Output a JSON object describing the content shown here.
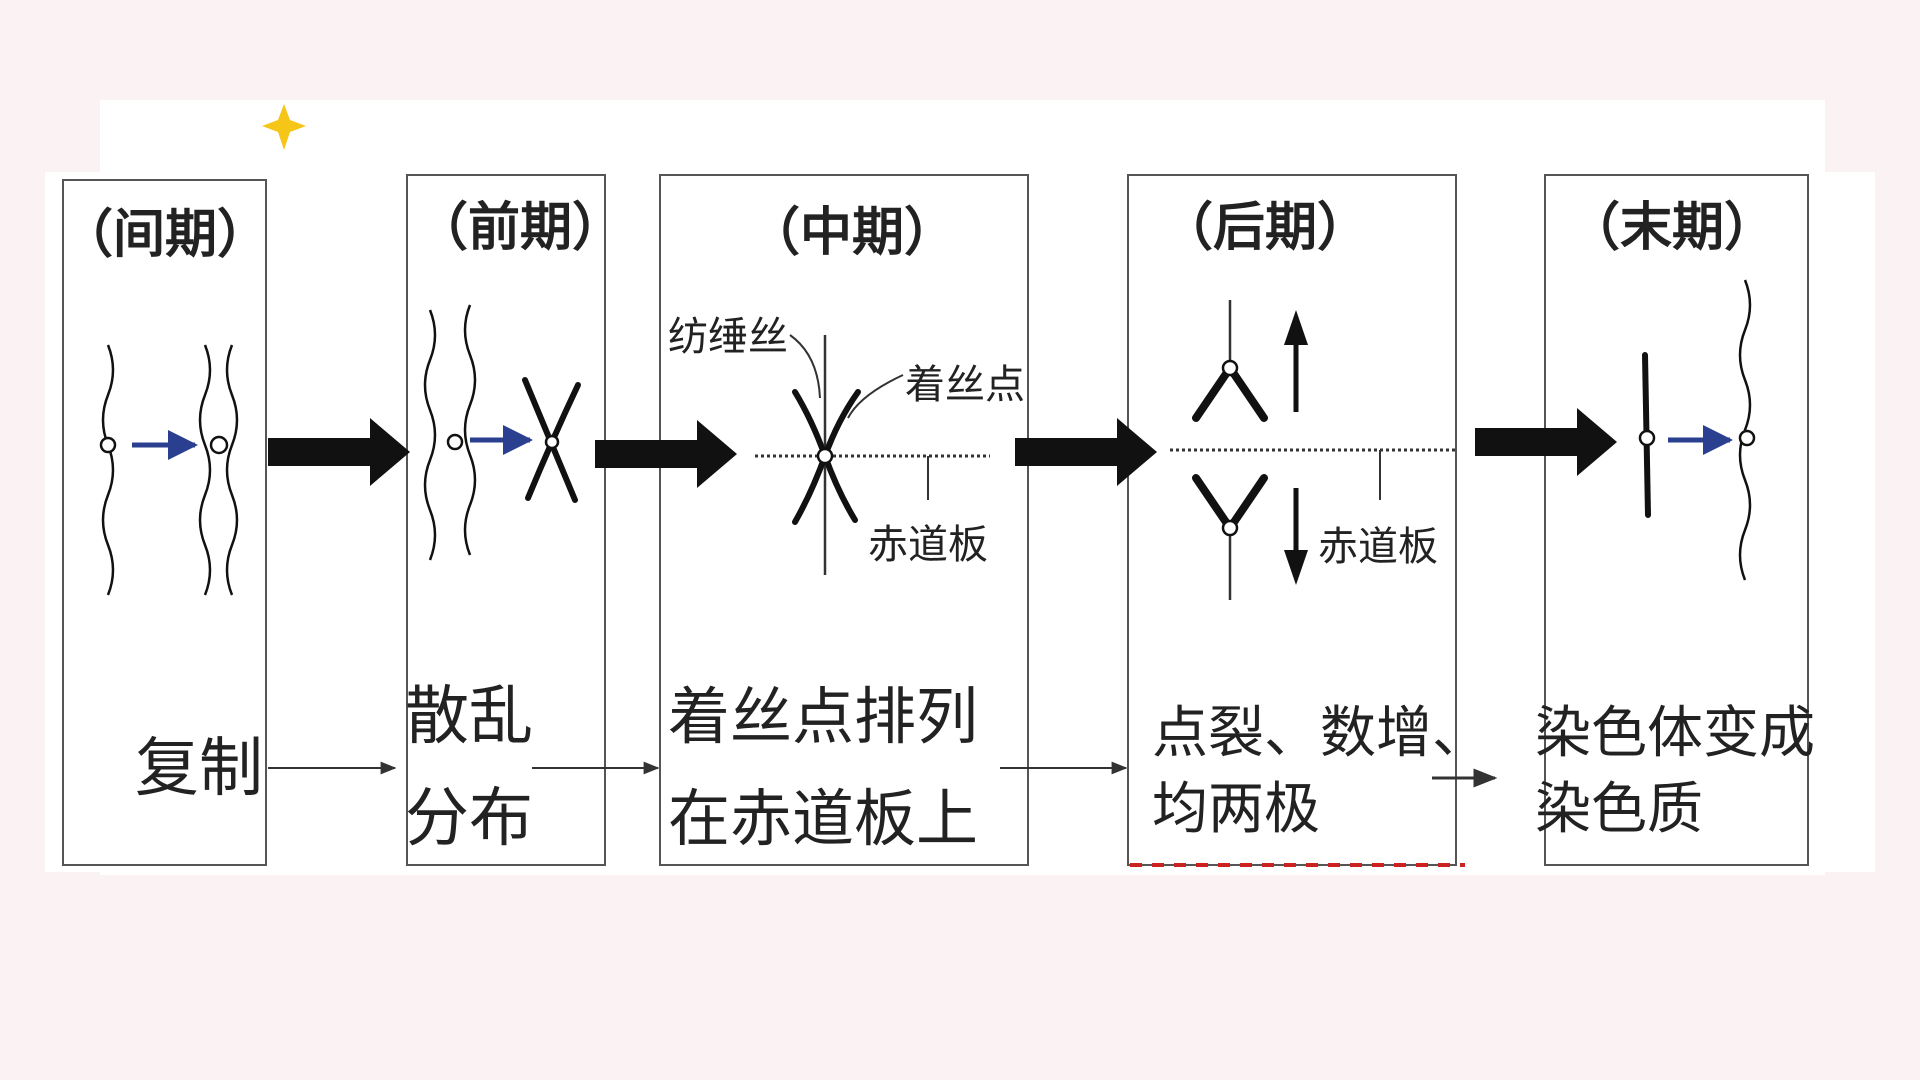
{
  "colors": {
    "page_background": "#fbf3f3",
    "panel_background": "#ffffff",
    "border": "#555555",
    "ink": "#111111",
    "arrow_blue": "#2a3f8f",
    "star": "#f5c518",
    "red_marks": "#cc2222"
  },
  "decor": {
    "star_icon": "star-icon"
  },
  "stages": [
    {
      "id": "interphase",
      "title": "（间期）",
      "description_lines": [
        "复制"
      ]
    },
    {
      "id": "prophase",
      "title": "（前期）",
      "description_lines": [
        "散乱",
        "分布"
      ]
    },
    {
      "id": "metaphase",
      "title": "（中期）",
      "description_lines": [
        "着丝点排列",
        "在赤道板上"
      ],
      "labels": {
        "spindle": "纺缍丝",
        "centromere": "着丝点",
        "equatorial_plate": "赤道板"
      }
    },
    {
      "id": "anaphase",
      "title": "（后期）",
      "description_lines": [
        "点裂、数增、",
        "均两极"
      ],
      "labels": {
        "equatorial_plate": "赤道板"
      }
    },
    {
      "id": "telophase",
      "title": "（末期）",
      "description_lines": [
        "染色体变成",
        "染色质"
      ]
    }
  ]
}
